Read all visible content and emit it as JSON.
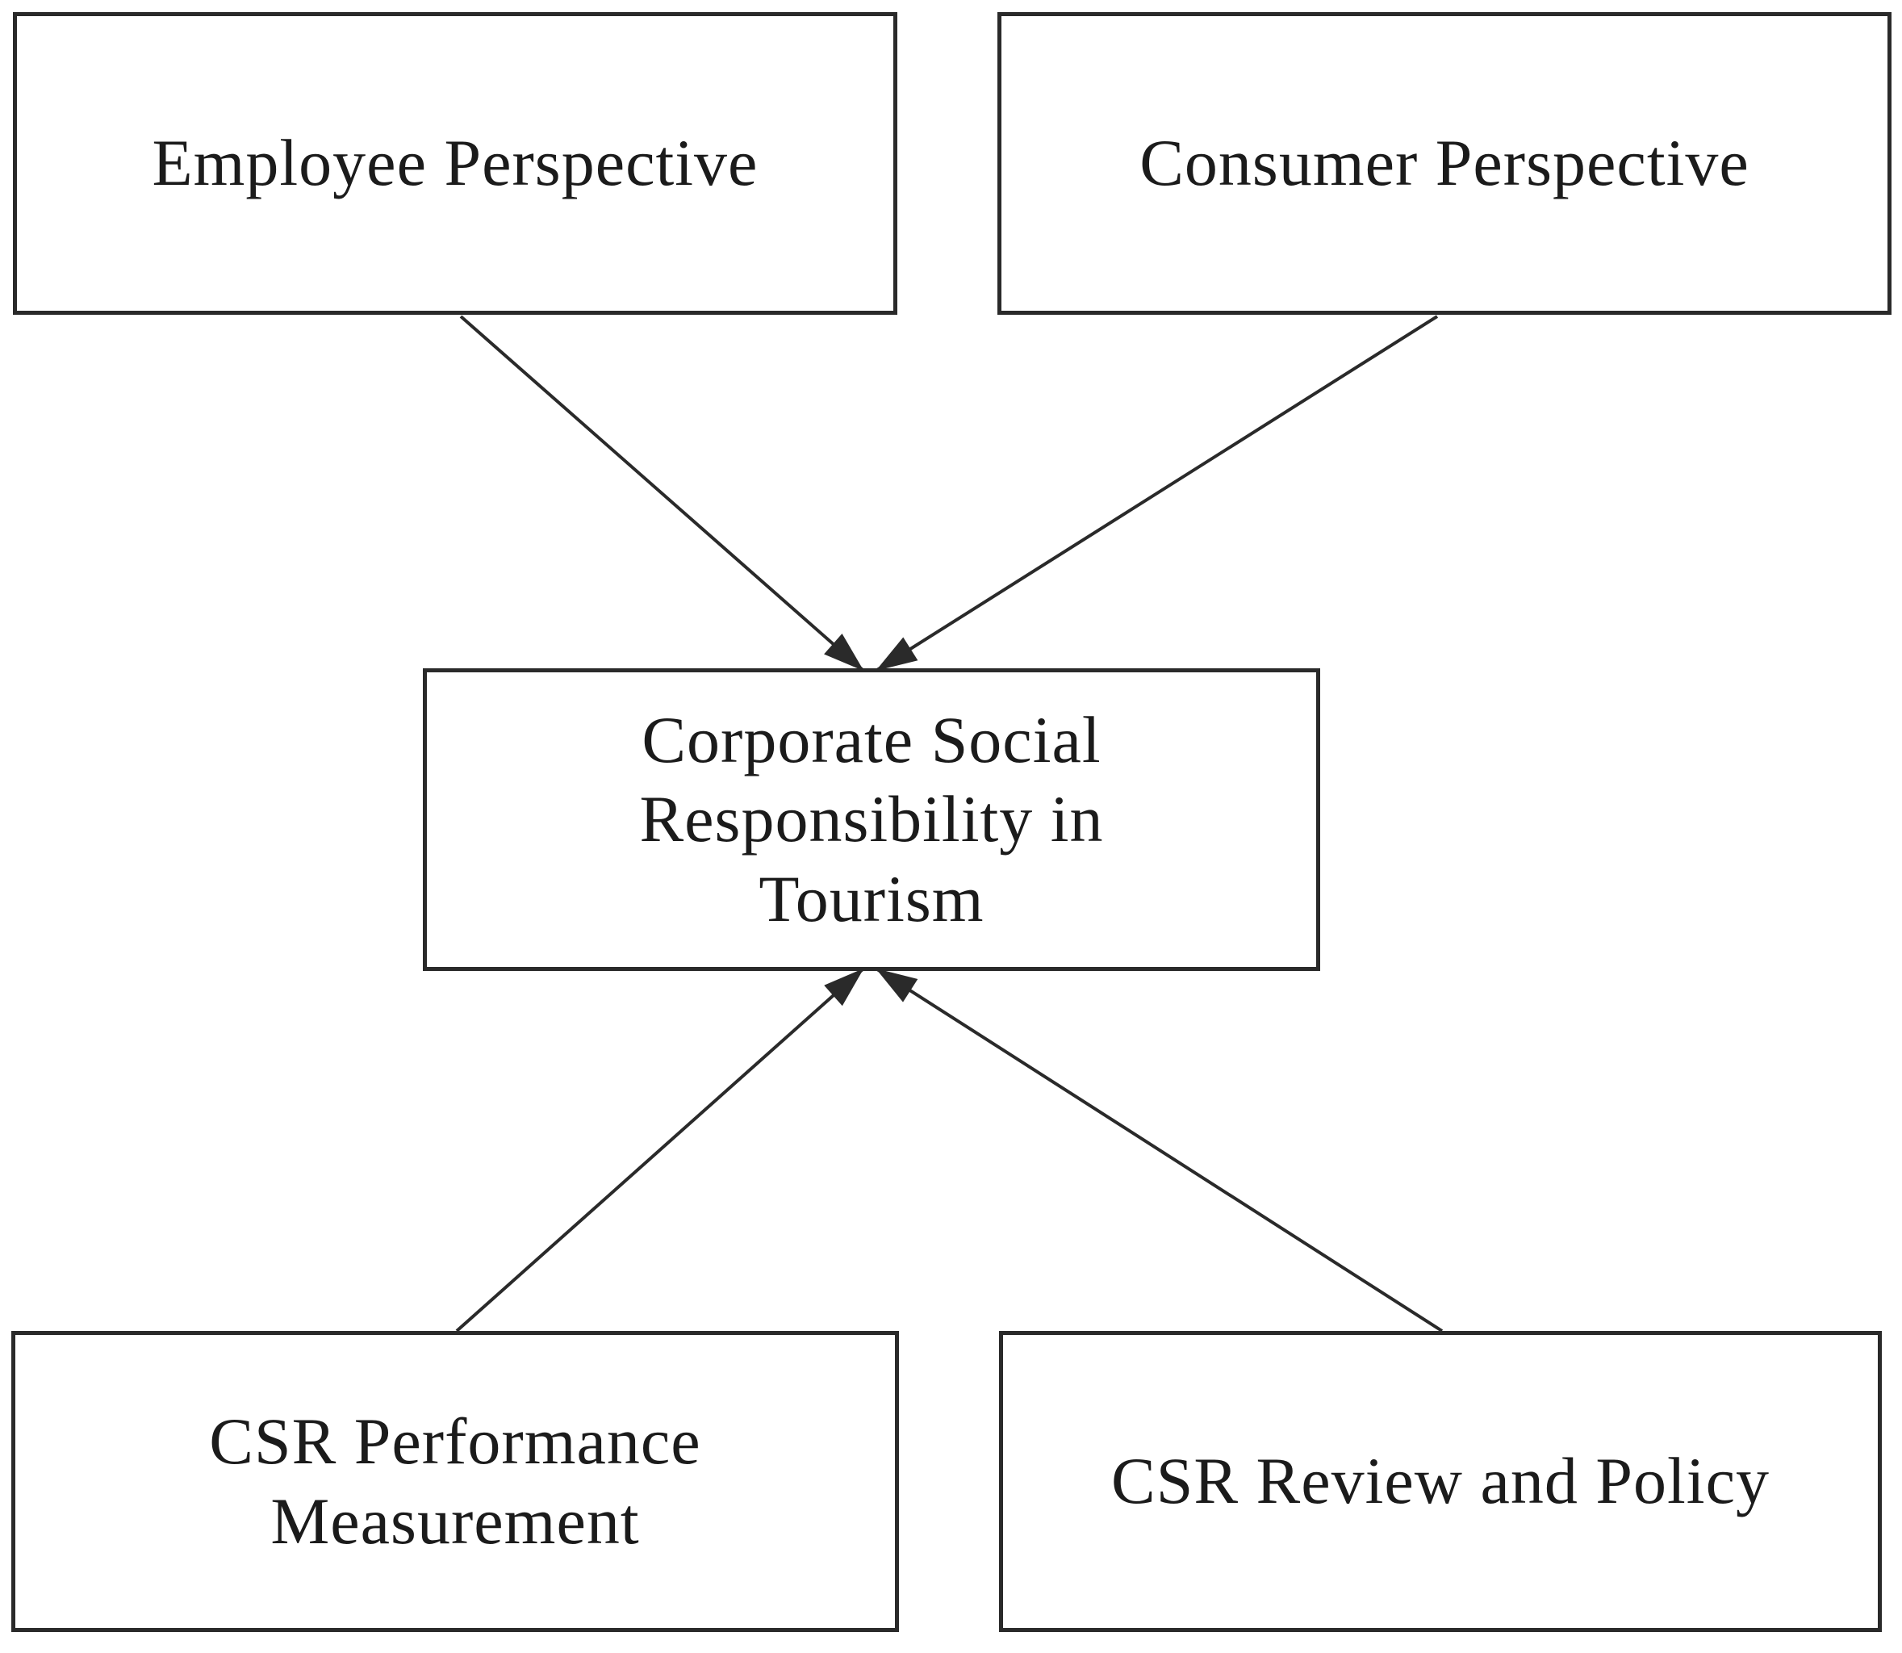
{
  "diagram": {
    "type": "concept-flow-diagram",
    "nodes": {
      "employee": {
        "label": "Employee Perspective"
      },
      "consumer": {
        "label": "Consumer Perspective"
      },
      "center": {
        "label": "Corporate Social\nResponsibility in\nTourism"
      },
      "performance": {
        "label": "CSR Performance\nMeasurement"
      },
      "review": {
        "label": "CSR Review and Policy"
      }
    },
    "edges": [
      {
        "from": "Employee Perspective",
        "to": "Corporate Social Responsibility in Tourism"
      },
      {
        "from": "Consumer Perspective",
        "to": "Corporate Social Responsibility in Tourism"
      },
      {
        "from": "CSR Performance Measurement",
        "to": "Corporate Social Responsibility in Tourism"
      },
      {
        "from": "CSR Review and Policy",
        "to": "Corporate Social Responsibility in Tourism"
      }
    ],
    "colors": {
      "background": "#ffffff",
      "box_border": "#2a2a2a",
      "text": "#1b1b1b",
      "arrow": "#2a2a2a"
    }
  }
}
